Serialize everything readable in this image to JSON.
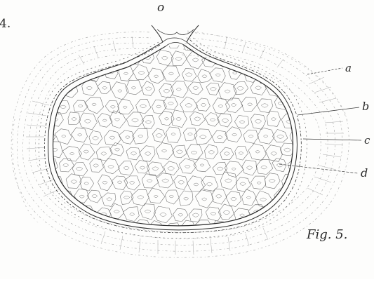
{
  "figure": {
    "figure_label": "Fig. 5.",
    "top_letter": "o",
    "plate_number": "4.",
    "callouts": [
      "a",
      "b",
      "c",
      "d"
    ]
  },
  "colors": {
    "ink": "#2a2a2a",
    "paper": "#fdfdfc",
    "faint_ink": "#8a8a8a"
  }
}
